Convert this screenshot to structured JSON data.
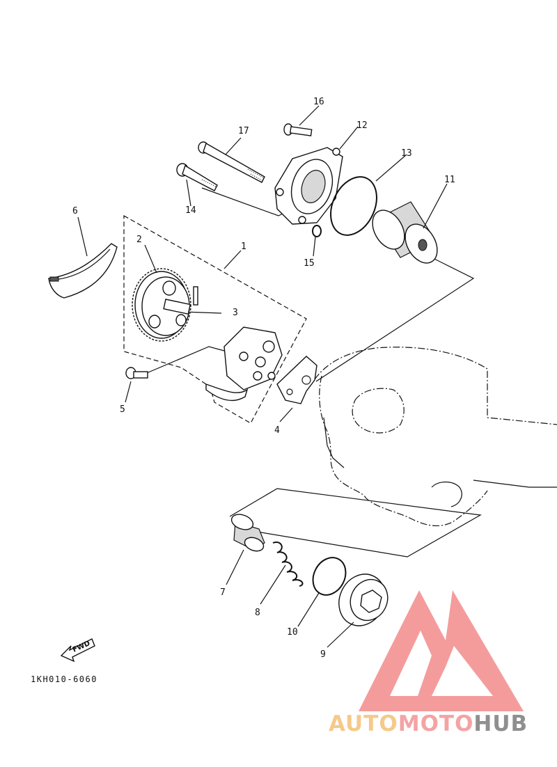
{
  "diagram": {
    "part_labels": {
      "p1": "1",
      "p2": "2",
      "p3": "3",
      "p4": "4",
      "p5": "5",
      "p6": "6",
      "p7": "7",
      "p8": "8",
      "p9": "9",
      "p10": "10",
      "p11": "11",
      "p12": "12",
      "p13": "13",
      "p14": "14",
      "p15": "15",
      "p16": "16",
      "p17": "17"
    },
    "fwd_label": "FWD",
    "diagram_code": "1KH010-6060"
  },
  "watermark": {
    "brand_part1": "AUTO",
    "brand_part2": "MOTO",
    "brand_part3": "HUB",
    "colors": {
      "auto": "#f6c98a",
      "moto": "#f4a3a3",
      "hub": "#8f8f8f",
      "logo": "#f28b8b"
    }
  }
}
